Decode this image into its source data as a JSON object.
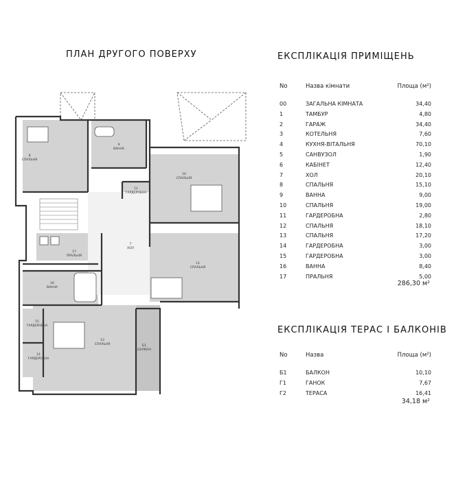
{
  "plan": {
    "title": "ПЛАН ДРУГОГО ПОВЕРХУ",
    "room_labels": [
      {
        "id": "8",
        "no": "8",
        "name": "СПАЛЬНЯ"
      },
      {
        "id": "9",
        "no": "9",
        "name": "ВАННА"
      },
      {
        "id": "10",
        "no": "10",
        "name": "СПАЛЬНЯ"
      },
      {
        "id": "11",
        "no": "11",
        "name": "ГАРДЕРОБНА"
      },
      {
        "id": "7",
        "no": "7",
        "name": "ХОЛ"
      },
      {
        "id": "17",
        "no": "17",
        "name": "ПРАЛЬНЯ"
      },
      {
        "id": "12",
        "no": "12",
        "name": "СПАЛЬНЯ"
      },
      {
        "id": "16",
        "no": "16",
        "name": "ВАННА"
      },
      {
        "id": "15",
        "no": "15",
        "name": "ГАРДЕРОБНА"
      },
      {
        "id": "13",
        "no": "13",
        "name": "СПАЛЬНЯ"
      },
      {
        "id": "14",
        "no": "14",
        "name": "ГАРДЕРОБНА"
      },
      {
        "id": "b1",
        "no": "Б1",
        "name": "БАЛКОН"
      }
    ]
  },
  "rooms_table": {
    "title": "ЕКСПЛІКАЦІЯ ПРИМІЩЕНЬ",
    "headers": {
      "no": "No",
      "name": "Назва кімнати",
      "area": "Площа (м²)"
    },
    "rows": [
      {
        "no": "00",
        "name": "ЗАГАЛЬНА КІМНАТА",
        "area": "34,40"
      },
      {
        "no": "1",
        "name": "ТАМБУР",
        "area": "4,80"
      },
      {
        "no": "2",
        "name": "ГАРАЖ",
        "area": "34,40"
      },
      {
        "no": "3",
        "name": "КОТЕЛЬНЯ",
        "area": "7,60"
      },
      {
        "no": "4",
        "name": "КУХНЯ-ВІТАЛЬНЯ",
        "area": "70,10"
      },
      {
        "no": "5",
        "name": "САНВУЗОЛ",
        "area": "1,90"
      },
      {
        "no": "6",
        "name": "КАБІНЕТ",
        "area": "12,40"
      },
      {
        "no": "7",
        "name": "ХОЛ",
        "area": "20,10"
      },
      {
        "no": "8",
        "name": "СПАЛЬНЯ",
        "area": "15,10"
      },
      {
        "no": "9",
        "name": "ВАННА",
        "area": "9,00"
      },
      {
        "no": "10",
        "name": "СПАЛЬНЯ",
        "area": "19,00"
      },
      {
        "no": "11",
        "name": "ГАРДЕРОБНА",
        "area": "2,80"
      },
      {
        "no": "12",
        "name": "СПАЛЬНЯ",
        "area": "18,10"
      },
      {
        "no": "13",
        "name": "СПАЛЬНЯ",
        "area": "17,20"
      },
      {
        "no": "14",
        "name": "ГАРДЕРОБНА",
        "area": "3,00"
      },
      {
        "no": "15",
        "name": "ГАРДЕРОБНА",
        "area": "3,00"
      },
      {
        "no": "16",
        "name": "ВАННА",
        "area": "8,40"
      },
      {
        "no": "17",
        "name": "ПРАЛЬНЯ",
        "area": "5,00"
      }
    ],
    "total": "286,30 м²"
  },
  "terraces_table": {
    "title": "ЕКСПЛІКАЦІЯ ТЕРАС І БАЛКОНІВ",
    "headers": {
      "no": "No",
      "name": "Назва",
      "area": "Площа (м²)"
    },
    "rows": [
      {
        "no": "Б1",
        "name": "БАЛКОН",
        "area": "10,10"
      },
      {
        "no": "Г1",
        "name": "ГАНОК",
        "area": "7,67"
      },
      {
        "no": "Г2",
        "name": "ТЕРАСА",
        "area": "16,41"
      }
    ],
    "total": "34,18 м²"
  }
}
